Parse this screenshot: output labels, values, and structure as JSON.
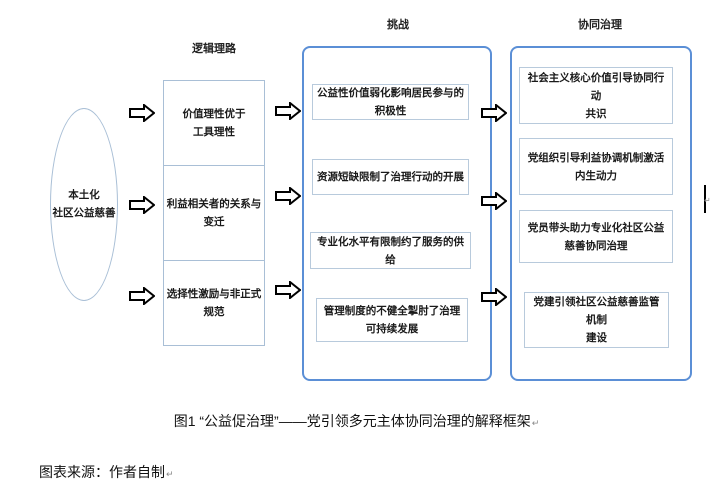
{
  "diagram": {
    "column_titles": {
      "logic": "逻辑理路",
      "challenges": "挑战",
      "governance": "协同治理"
    },
    "origin": {
      "line1": "本土化",
      "line2": "社区公益慈善"
    },
    "logic_boxes": [
      {
        "line1": "价值理性优于",
        "line2": "工具理性"
      },
      {
        "line1": "利益相关者的关系与",
        "line2": "变迁"
      },
      {
        "line1": "选择性激励与非正式",
        "line2": "规范"
      }
    ],
    "challenges": [
      {
        "line1": "公益性价值弱化影响居民参与的",
        "line2": "积极性"
      },
      {
        "line1": "资源短缺限制了治理行动的开展",
        "line2": ""
      },
      {
        "line1": "专业化水平有限制约了服务的供给",
        "line2": ""
      },
      {
        "line1": "管理制度的不健全掣肘了治理",
        "line2": "可持续发展"
      }
    ],
    "governance": [
      {
        "line1": "社会主义核心价值引导协同行动",
        "line2": "共识"
      },
      {
        "line1": "党组织引导利益协调机制激活",
        "line2": "内生动力"
      },
      {
        "line1": "党员带头助力专业化社区公益",
        "line2": "慈善协同治理"
      },
      {
        "line1": "党建引领社区公益慈善监管机制",
        "line2": "建设"
      }
    ],
    "arrow_icon": "hollow-right-arrow",
    "colors": {
      "panel_border": "#5b8fd6",
      "box_border": "#a9bfd6"
    }
  },
  "caption": "图1 “公益促治理”——党引领多元主体协同治理的解释框架",
  "source": "图表来源：作者自制",
  "paragraph_mark": "↵"
}
